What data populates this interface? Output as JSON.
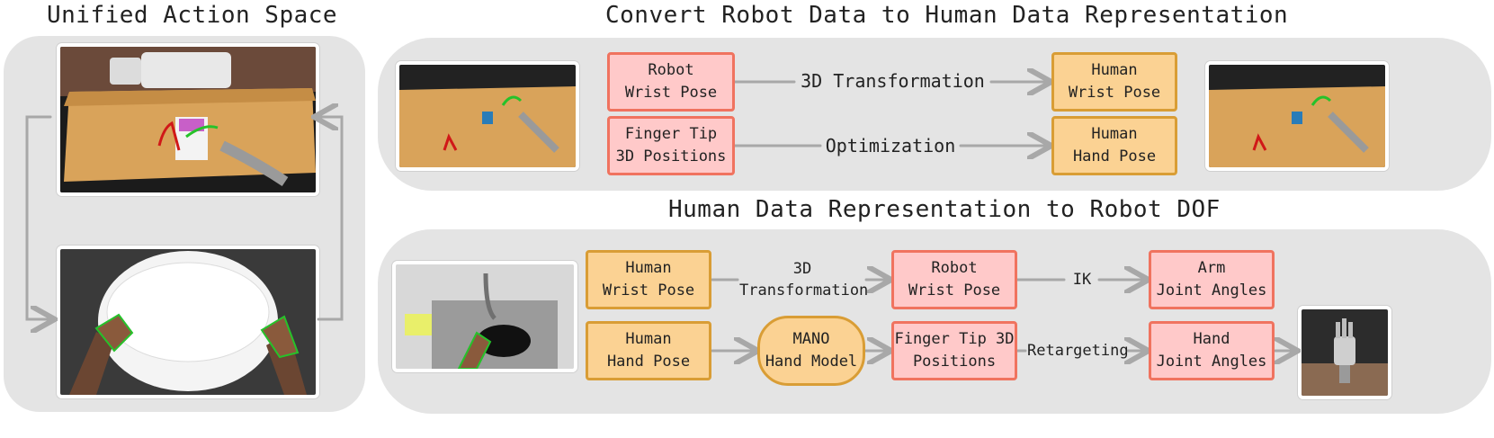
{
  "titles": {
    "left": "Unified Action Space",
    "top": "Convert Robot Data to Human Data Representation",
    "bottom": "Human Data Representation to Robot DOF"
  },
  "top_section": {
    "robot_wrist_pose": "Robot\nWrist Pose",
    "finger_tip_3d_positions": "Finger Tip\n3D Positions",
    "transform_label": "3D Transformation",
    "optimization_label": "Optimization",
    "human_wrist_pose": "Human\nWrist Pose",
    "human_hand_pose": "Human\nHand Pose"
  },
  "bottom_section": {
    "human_wrist_pose": "Human\nWrist Pose",
    "human_hand_pose": "Human\nHand Pose",
    "transform_label": "3D\nTransformation",
    "mano_model": "MANO\nHand Model",
    "robot_wrist_pose": "Robot\nWrist Pose",
    "finger_tip_3d_positions": "Finger Tip 3D\nPositions",
    "ik_label": "IK",
    "retargeting_label": "Retargeting",
    "arm_joint_angles": "Arm\nJoint Angles",
    "hand_joint_angles": "Hand\nJoint Angles"
  },
  "colors": {
    "robot_box_fill": "#ffc9c9",
    "robot_box_border": "#f0735f",
    "human_box_fill": "#fbd293",
    "human_box_border": "#d99d35",
    "panel": "#e4e4e4",
    "arrow": "#a8a8a8"
  }
}
